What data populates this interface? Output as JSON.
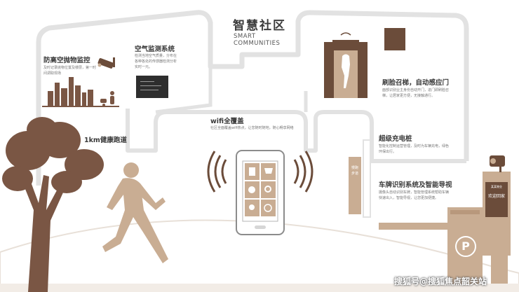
{
  "header": {
    "title_cn": "智慧社区",
    "title_en": "SMART COMMUNITIES"
  },
  "features": {
    "pollution": {
      "title": "防高空抛物监控",
      "desc": "及时记录抛物位置及楼层，第一时间调取现场"
    },
    "air": {
      "title": "空气监测系统",
      "desc": "检测当地空气质量，分布在各种各处的传感器检测分析实时一元。"
    },
    "face": {
      "title": "刷脸召梯，自动感应门",
      "desc": "面部识别业主身份自动开门，进门即刷脸召梯，让居家更方便，无接触通行。"
    },
    "wifi": {
      "title": "wifi全覆盖",
      "desc": "社区全面覆盖wifi热点，让您随时随地，随心畅享网络"
    },
    "running": {
      "title": "1km健康跑道"
    },
    "charging": {
      "title": "超级充电桩",
      "desc": "智能化控制运营管理，及时为车辆充电，绿色环保出行。"
    },
    "plate": {
      "title": "车牌识别系统及智能导视",
      "desc": "摄像头自动识别车牌，智能管理系统帮助车辆快速出入，智能导视，让您更加便捷。"
    }
  },
  "signpost": {
    "text": "慢跑步道"
  },
  "kiosk": {
    "brand": "某某物业",
    "text": "欢迎回家"
  },
  "parking": {
    "symbol": "P"
  },
  "watermark": {
    "text": "搜狐号@搜狐焦点韶关站"
  },
  "colors": {
    "accent": "#c9ad93",
    "dark_brown": "#6b4c3a",
    "tree": "#7a5644",
    "outline": "#dddddd",
    "text_dark": "#3a3a3a",
    "text_light": "#777777"
  }
}
